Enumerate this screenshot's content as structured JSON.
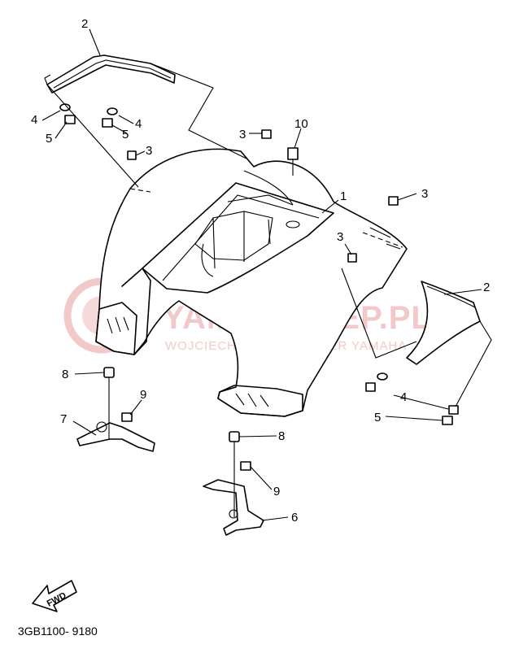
{
  "diagram_code": "3GB1100- 9180",
  "fwd_label": "FWD",
  "watermark": {
    "main": "YAMA-SKLEP.PL",
    "sub": "WOJCIECHOWICZ | DEALER YAMAHA"
  },
  "callouts": {
    "c1": "1",
    "c2_top": "2",
    "c2_right": "2",
    "c3_a": "3",
    "c3_b": "3",
    "c3_c": "3",
    "c3_d": "3",
    "c4_left": "4",
    "c4_mid": "4",
    "c4_right": "4",
    "c5_left": "5",
    "c5_mid": "5",
    "c5_right": "5",
    "c6": "6",
    "c7": "7",
    "c8_left": "8",
    "c8_center": "8",
    "c9_left": "9",
    "c9_center": "9",
    "c10": "10"
  }
}
